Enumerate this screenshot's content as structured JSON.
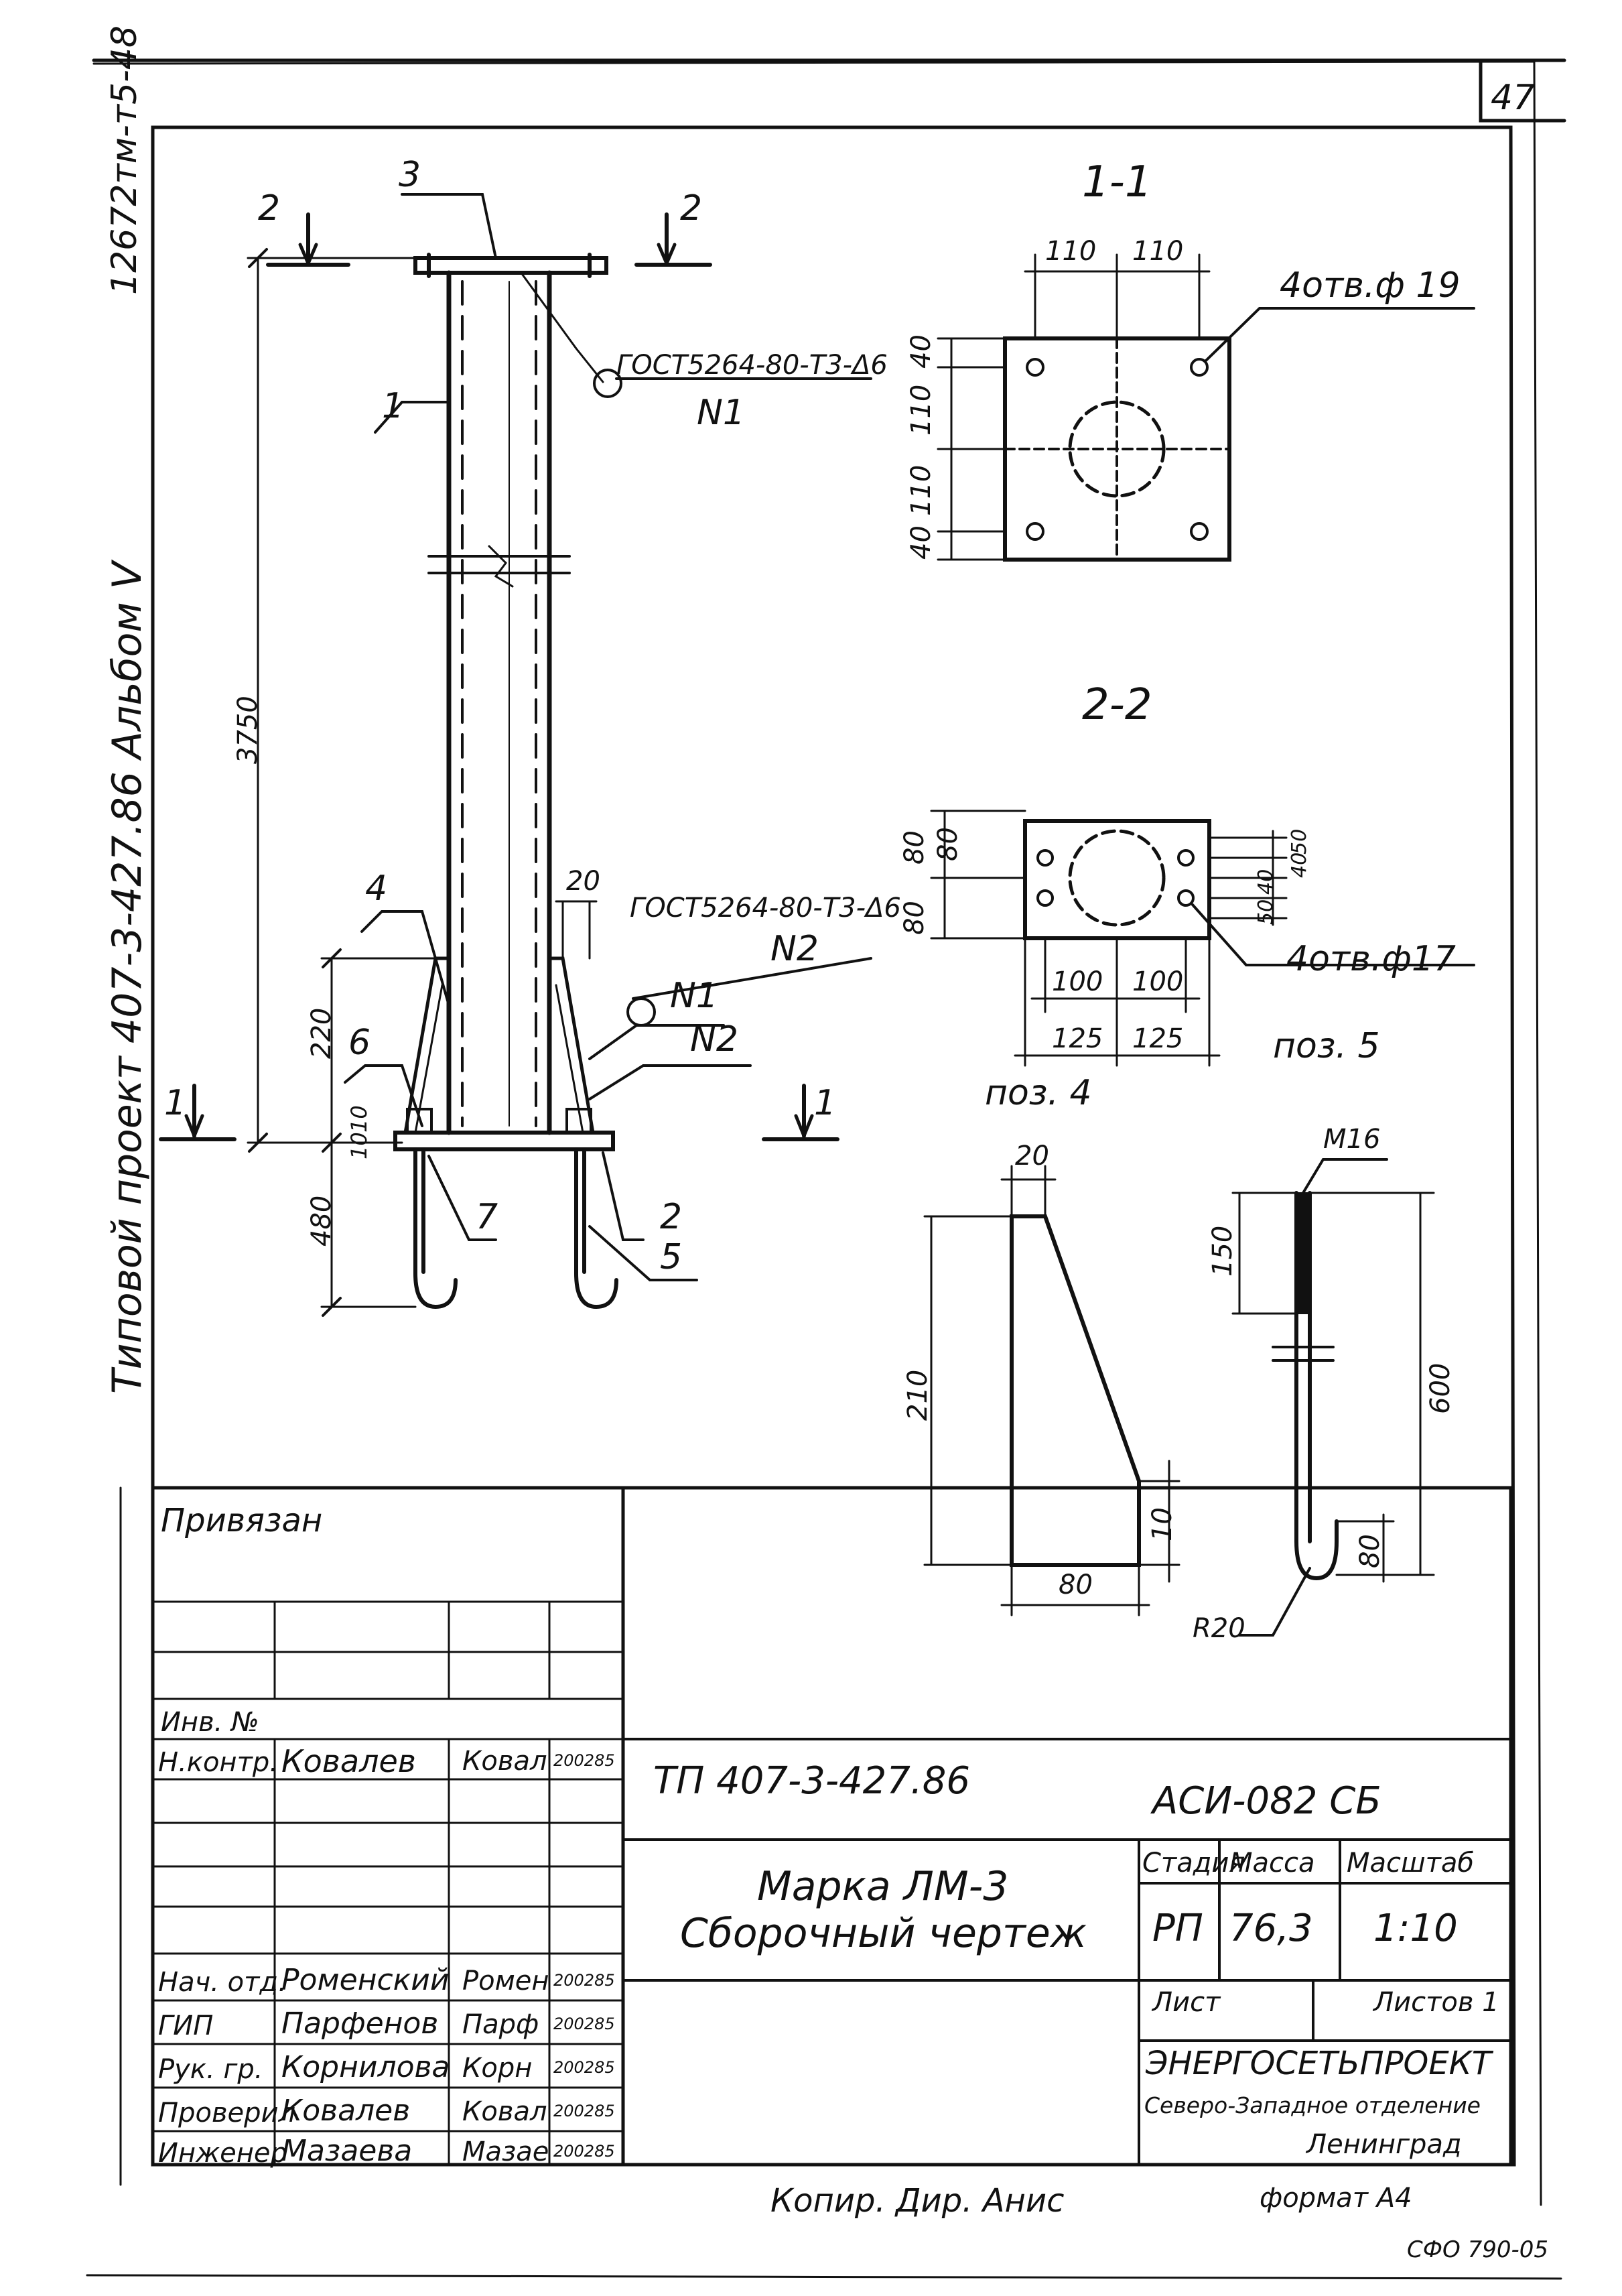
{
  "sheet": {
    "page_number": "47",
    "side_text": "Типовой проект 407-3-427.86 Альбом V",
    "side_code": "12672тм-т5-48",
    "copied_by": "Копир. Дир. Анис",
    "format": "формат А4",
    "footer_code": "СФО 790-05"
  },
  "main_view": {
    "section_mark_2": "2",
    "section_mark_1": "1",
    "callouts": [
      "1",
      "2",
      "3",
      "4",
      "5",
      "6",
      "7"
    ],
    "weld_note_1": "ГОСТ5264-80-Т3-Δ6",
    "weld_n1": "N1",
    "weld_note_2": "ГОСТ5264-80-Т3-Δ6",
    "weld_n2": "N2",
    "weld_n1_b": "N1",
    "dims": {
      "height": "3750",
      "rib": "220",
      "plate": "10",
      "plate_b": "10",
      "anchor": "480",
      "rib_top": "20"
    }
  },
  "section_1": {
    "title": "1-1",
    "holes": "4отв.ф 19",
    "dims_top": [
      "110",
      "110"
    ],
    "dims_side": [
      "40",
      "110",
      "110",
      "40"
    ]
  },
  "section_2": {
    "title": "2-2",
    "holes": "4отв.ф17",
    "dims_left": [
      "80",
      "80",
      "80"
    ],
    "dims_right": [
      "50",
      "40",
      "40",
      "50"
    ],
    "dims_bottom_1": [
      "100",
      "100"
    ],
    "dims_bottom_2": [
      "125",
      "125"
    ]
  },
  "pos4": {
    "title": "поз. 4",
    "dims": {
      "top": "20",
      "height": "210",
      "side": "10",
      "bottom": "80"
    }
  },
  "pos5": {
    "title": "поз. 5",
    "thread": "М16",
    "dims": {
      "thread_len": "150",
      "total": "600",
      "hook": "80",
      "radius": "R20"
    }
  },
  "title_block": {
    "bound": "Привязан",
    "inv_no": "Инв. №",
    "signatures": [
      {
        "role": "Н.контр.",
        "name": "Ковалев",
        "sign": "Ковал",
        "date": "200285"
      },
      {
        "role": "Нач. отд.",
        "name": "Роменский",
        "sign": "Ромен",
        "date": "200285"
      },
      {
        "role": "ГИП",
        "name": "Парфенов",
        "sign": "Парф",
        "date": "200285"
      },
      {
        "role": "Рук. гр.",
        "name": "Корнилова",
        "sign": "Корн",
        "date": "200285"
      },
      {
        "role": "Проверил",
        "name": "Ковалев",
        "sign": "Ковал",
        "date": "200285"
      },
      {
        "role": "Инженер",
        "name": "Мазаева",
        "sign": "Мазае",
        "date": "200285"
      }
    ],
    "project": "ТП 407-3-427.86",
    "doc_code": "АСИ-082 СБ",
    "name_1": "Марка ЛМ-3",
    "name_2": "Сборочный чертеж",
    "stage_label": "Стадия",
    "mass_label": "Масса",
    "scale_label": "Масштаб",
    "stage": "РП",
    "mass": "76,3",
    "scale": "1:10",
    "sheet_label": "Лист",
    "sheets_label": "Листов 1",
    "org_1": "ЭНЕРГОСЕТЬПРОЕКТ",
    "org_2": "Северо-Западное отделение",
    "org_3": "Ленинград"
  }
}
